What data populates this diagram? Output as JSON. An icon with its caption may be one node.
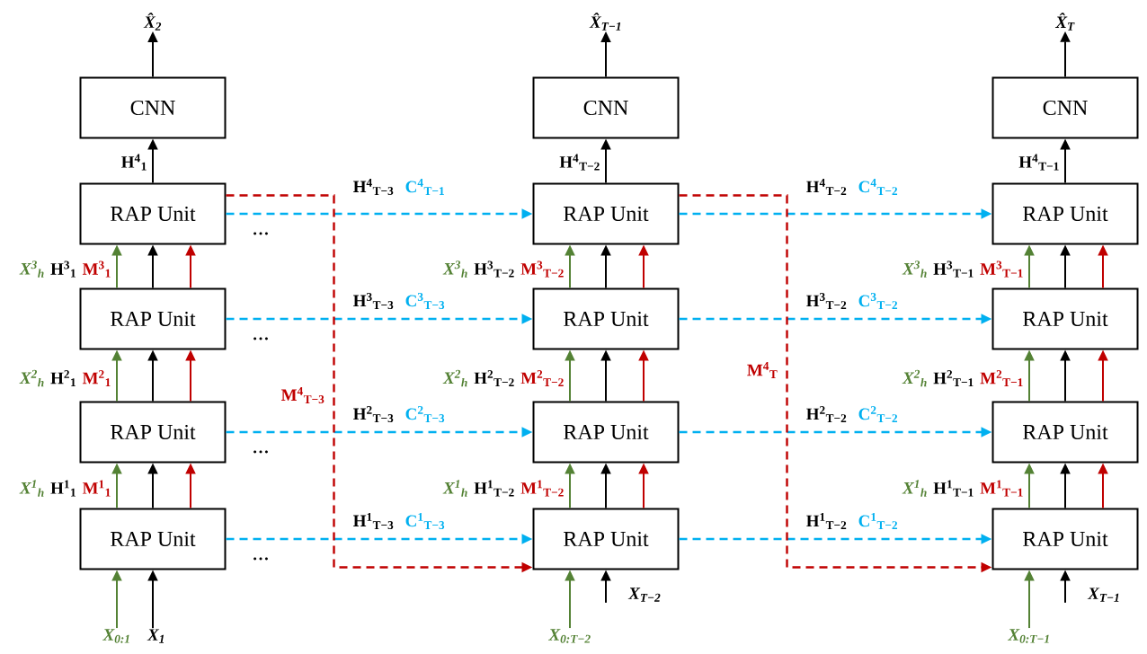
{
  "diagram": {
    "nodes": [
      {
        "text": [
          "X̂$_{2}$"
        ]
      },
      {
        "text": [
          "CNN"
        ]
      },
      {
        "text": [
          "RAP Unit"
        ]
      },
      {
        "text": [
          "RAP Unit"
        ]
      },
      {
        "text": [
          "RAP Unit"
        ]
      },
      {
        "text": [
          "RAP Unit"
        ]
      },
      {
        "text": [
          "X$_{0:1}$"
        ]
      },
      {
        "text": [
          "X$_{1}$"
        ]
      },
      {
        "text": [
          "X̂$_{T−1}$"
        ]
      },
      {
        "text": [
          "CNN"
        ]
      },
      {
        "text": [
          "RAP Unit"
        ]
      },
      {
        "text": [
          "RAP Unit"
        ]
      },
      {
        "text": [
          "RAP Unit"
        ]
      },
      {
        "text": [
          "RAP Unit"
        ]
      },
      {
        "text": [
          "X$_{0:T−2}$"
        ]
      },
      {
        "text": [
          "X$_{T−2}$"
        ]
      },
      {
        "text": [
          "X̂$_{T}$"
        ]
      },
      {
        "text": [
          "CNN"
        ]
      },
      {
        "text": [
          "RAP Unit"
        ]
      },
      {
        "text": [
          "RAP Unit"
        ]
      },
      {
        "text": [
          "RAP Unit"
        ]
      },
      {
        "text": [
          "RAP Unit"
        ]
      },
      {
        "text": [
          "X$_{0:T−1}$"
        ]
      },
      {
        "text": [
          "X$_{T−1}$"
        ]
      }
    ],
    "edges": [
      {
        "from": 1,
        "to": 0,
        "arrow": "to"
      },
      {
        "from": 2,
        "to": 1,
        "arrow": "to",
        "label": "H$^{4}$$_{1}$"
      },
      {
        "from": 3,
        "to": 2,
        "arrow": "to",
        "color": "#548235"
      },
      {
        "from": 3,
        "to": 2,
        "arrow": "to"
      },
      {
        "from": 3,
        "to": 2,
        "arrow": "to",
        "color": "#c00000"
      },
      {
        "from": 4,
        "to": 3,
        "arrow": "to",
        "color": "#548235"
      },
      {
        "from": 4,
        "to": 3,
        "arrow": "to"
      },
      {
        "from": 4,
        "to": 3,
        "arrow": "to",
        "color": "#c00000"
      },
      {
        "from": 5,
        "to": 4,
        "arrow": "to",
        "color": "#548235"
      },
      {
        "from": 5,
        "to": 4,
        "arrow": "to"
      },
      {
        "from": 5,
        "to": 4,
        "arrow": "to",
        "color": "#c00000"
      },
      {
        "from": 6,
        "to": 5,
        "arrow": "to",
        "color": "#548235"
      },
      {
        "from": 7,
        "to": 5,
        "arrow": "to"
      },
      {
        "from": 9,
        "to": 8,
        "arrow": "to"
      },
      {
        "from": 10,
        "to": 9,
        "arrow": "to",
        "label": "H$^{4}$$_{T−2}$"
      },
      {
        "from": 11,
        "to": 10,
        "arrow": "to",
        "color": "#548235"
      },
      {
        "from": 11,
        "to": 10,
        "arrow": "to"
      },
      {
        "from": 11,
        "to": 10,
        "arrow": "to",
        "color": "#c00000"
      },
      {
        "from": 12,
        "to": 11,
        "arrow": "to",
        "color": "#548235"
      },
      {
        "from": 12,
        "to": 11,
        "arrow": "to"
      },
      {
        "from": 12,
        "to": 11,
        "arrow": "to",
        "color": "#c00000"
      },
      {
        "from": 13,
        "to": 12,
        "arrow": "to",
        "color": "#548235"
      },
      {
        "from": 13,
        "to": 12,
        "arrow": "to"
      },
      {
        "from": 13,
        "to": 12,
        "arrow": "to",
        "color": "#c00000"
      },
      {
        "from": 14,
        "to": 13,
        "arrow": "to",
        "color": "#548235"
      },
      {
        "from": 15,
        "to": 13,
        "arrow": "to"
      },
      {
        "from": 17,
        "to": 16,
        "arrow": "to"
      },
      {
        "from": 18,
        "to": 17,
        "arrow": "to",
        "label": "H$^{4}$$_{T−1}$"
      },
      {
        "from": 19,
        "to": 18,
        "arrow": "to",
        "color": "#548235"
      },
      {
        "from": 19,
        "to": 18,
        "arrow": "to"
      },
      {
        "from": 19,
        "to": 18,
        "arrow": "to",
        "color": "#c00000"
      },
      {
        "from": 20,
        "to": 19,
        "arrow": "to",
        "color": "#548235"
      },
      {
        "from": 20,
        "to": 19,
        "arrow": "to"
      },
      {
        "from": 20,
        "to": 19,
        "arrow": "to",
        "color": "#c00000"
      },
      {
        "from": 21,
        "to": 20,
        "arrow": "to",
        "color": "#548235"
      },
      {
        "from": 21,
        "to": 20,
        "arrow": "to"
      },
      {
        "from": 21,
        "to": 20,
        "arrow": "to",
        "color": "#c00000"
      },
      {
        "from": 22,
        "to": 21,
        "arrow": "to",
        "color": "#548235"
      },
      {
        "from": 23,
        "to": 21,
        "arrow": "to"
      },
      {
        "from": 2,
        "to": 10,
        "arrow": "to",
        "label": "H$^{4}$$_{T−3}$",
        "style": "dashed",
        "color": "#00b0f0"
      },
      {
        "from": 3,
        "to": 11,
        "arrow": "to",
        "label": "H$^{3}$$_{T−3}$",
        "style": "dashed",
        "color": "#00b0f0"
      },
      {
        "from": 4,
        "to": 12,
        "arrow": "to",
        "label": "H$^{2}$$_{T−3}$",
        "style": "dashed",
        "color": "#00b0f0"
      },
      {
        "from": 5,
        "to": 13,
        "arrow": "to",
        "label": "H$^{1}$$_{T−3}$",
        "style": "dashed",
        "color": "#00b0f0"
      },
      {
        "from": 2,
        "to": 13,
        "arrow": "to",
        "label": "M$^{4}$$_{T−3}$",
        "style": "dashed",
        "color": "#c00000"
      },
      {
        "from": 10,
        "to": 18,
        "arrow": "to",
        "label": "H$^{4}$$_{T−2}$",
        "style": "dashed",
        "color": "#00b0f0"
      },
      {
        "from": 11,
        "to": 19,
        "arrow": "to",
        "label": "H$^{3}$$_{T−2}$",
        "style": "dashed",
        "color": "#00b0f0"
      },
      {
        "from": 12,
        "to": 20,
        "arrow": "to",
        "label": "H$^{2}$$_{T−2}$",
        "style": "dashed",
        "color": "#00b0f0"
      },
      {
        "from": 13,
        "to": 21,
        "arrow": "to",
        "label": "H$^{1}$$_{T−2}$",
        "style": "dashed",
        "color": "#00b0f0"
      },
      {
        "from": 10,
        "to": 21,
        "arrow": "to",
        "label": "M$^{4}$$_{T}$",
        "style": "dashed",
        "color": "#c00000"
      }
    ],
    "labels": [
      "C$^{4}$$_{T−1}$",
      "C$^{4}$$_{T−2}$",
      "…",
      "C$^{3}$$_{T−3}$",
      "C$^{3}$$_{T−2}$",
      "…",
      "C$^{2}$$_{T−3}$",
      "C$^{2}$$_{T−2}$",
      "…",
      "C$^{1}$$_{T−3}$",
      "C$^{1}$$_{T−2}$",
      "…",
      "X$^{3}$$_{h}$",
      "H$^{3}$$_{1}$",
      "M$^{3}$$_{1}$",
      "X$^{2}$$_{h}$",
      "H$^{2}$$_{1}$",
      "M$^{2}$$_{1}$",
      "X$^{1}$$_{h}$",
      "H$^{1}$$_{1}$",
      "M$^{1}$$_{1}$",
      "X$^{3}$$_{h}$",
      "H$^{3}$$_{T−2}$",
      "M$^{3}$$_{T−2}$",
      "X$^{2}$$_{h}$",
      "H$^{2}$$_{T−2}$",
      "M$^{2}$$_{T−2}$",
      "X$^{1}$$_{h}$",
      "H$^{1}$$_{T−2}$",
      "M$^{1}$$_{T−2}$",
      "X$^{3}$$_{h}$",
      "H$^{3}$$_{T−1}$",
      "M$^{3}$$_{T−1}$",
      "X$^{2}$$_{h}$",
      "H$^{2}$$_{T−1}$",
      "M$^{2}$$_{T−1}$",
      "X$^{1}$$_{h}$",
      "H$^{1}$$_{T−1}$",
      "M$^{1}$$_{T−1}$"
    ]
  }
}
